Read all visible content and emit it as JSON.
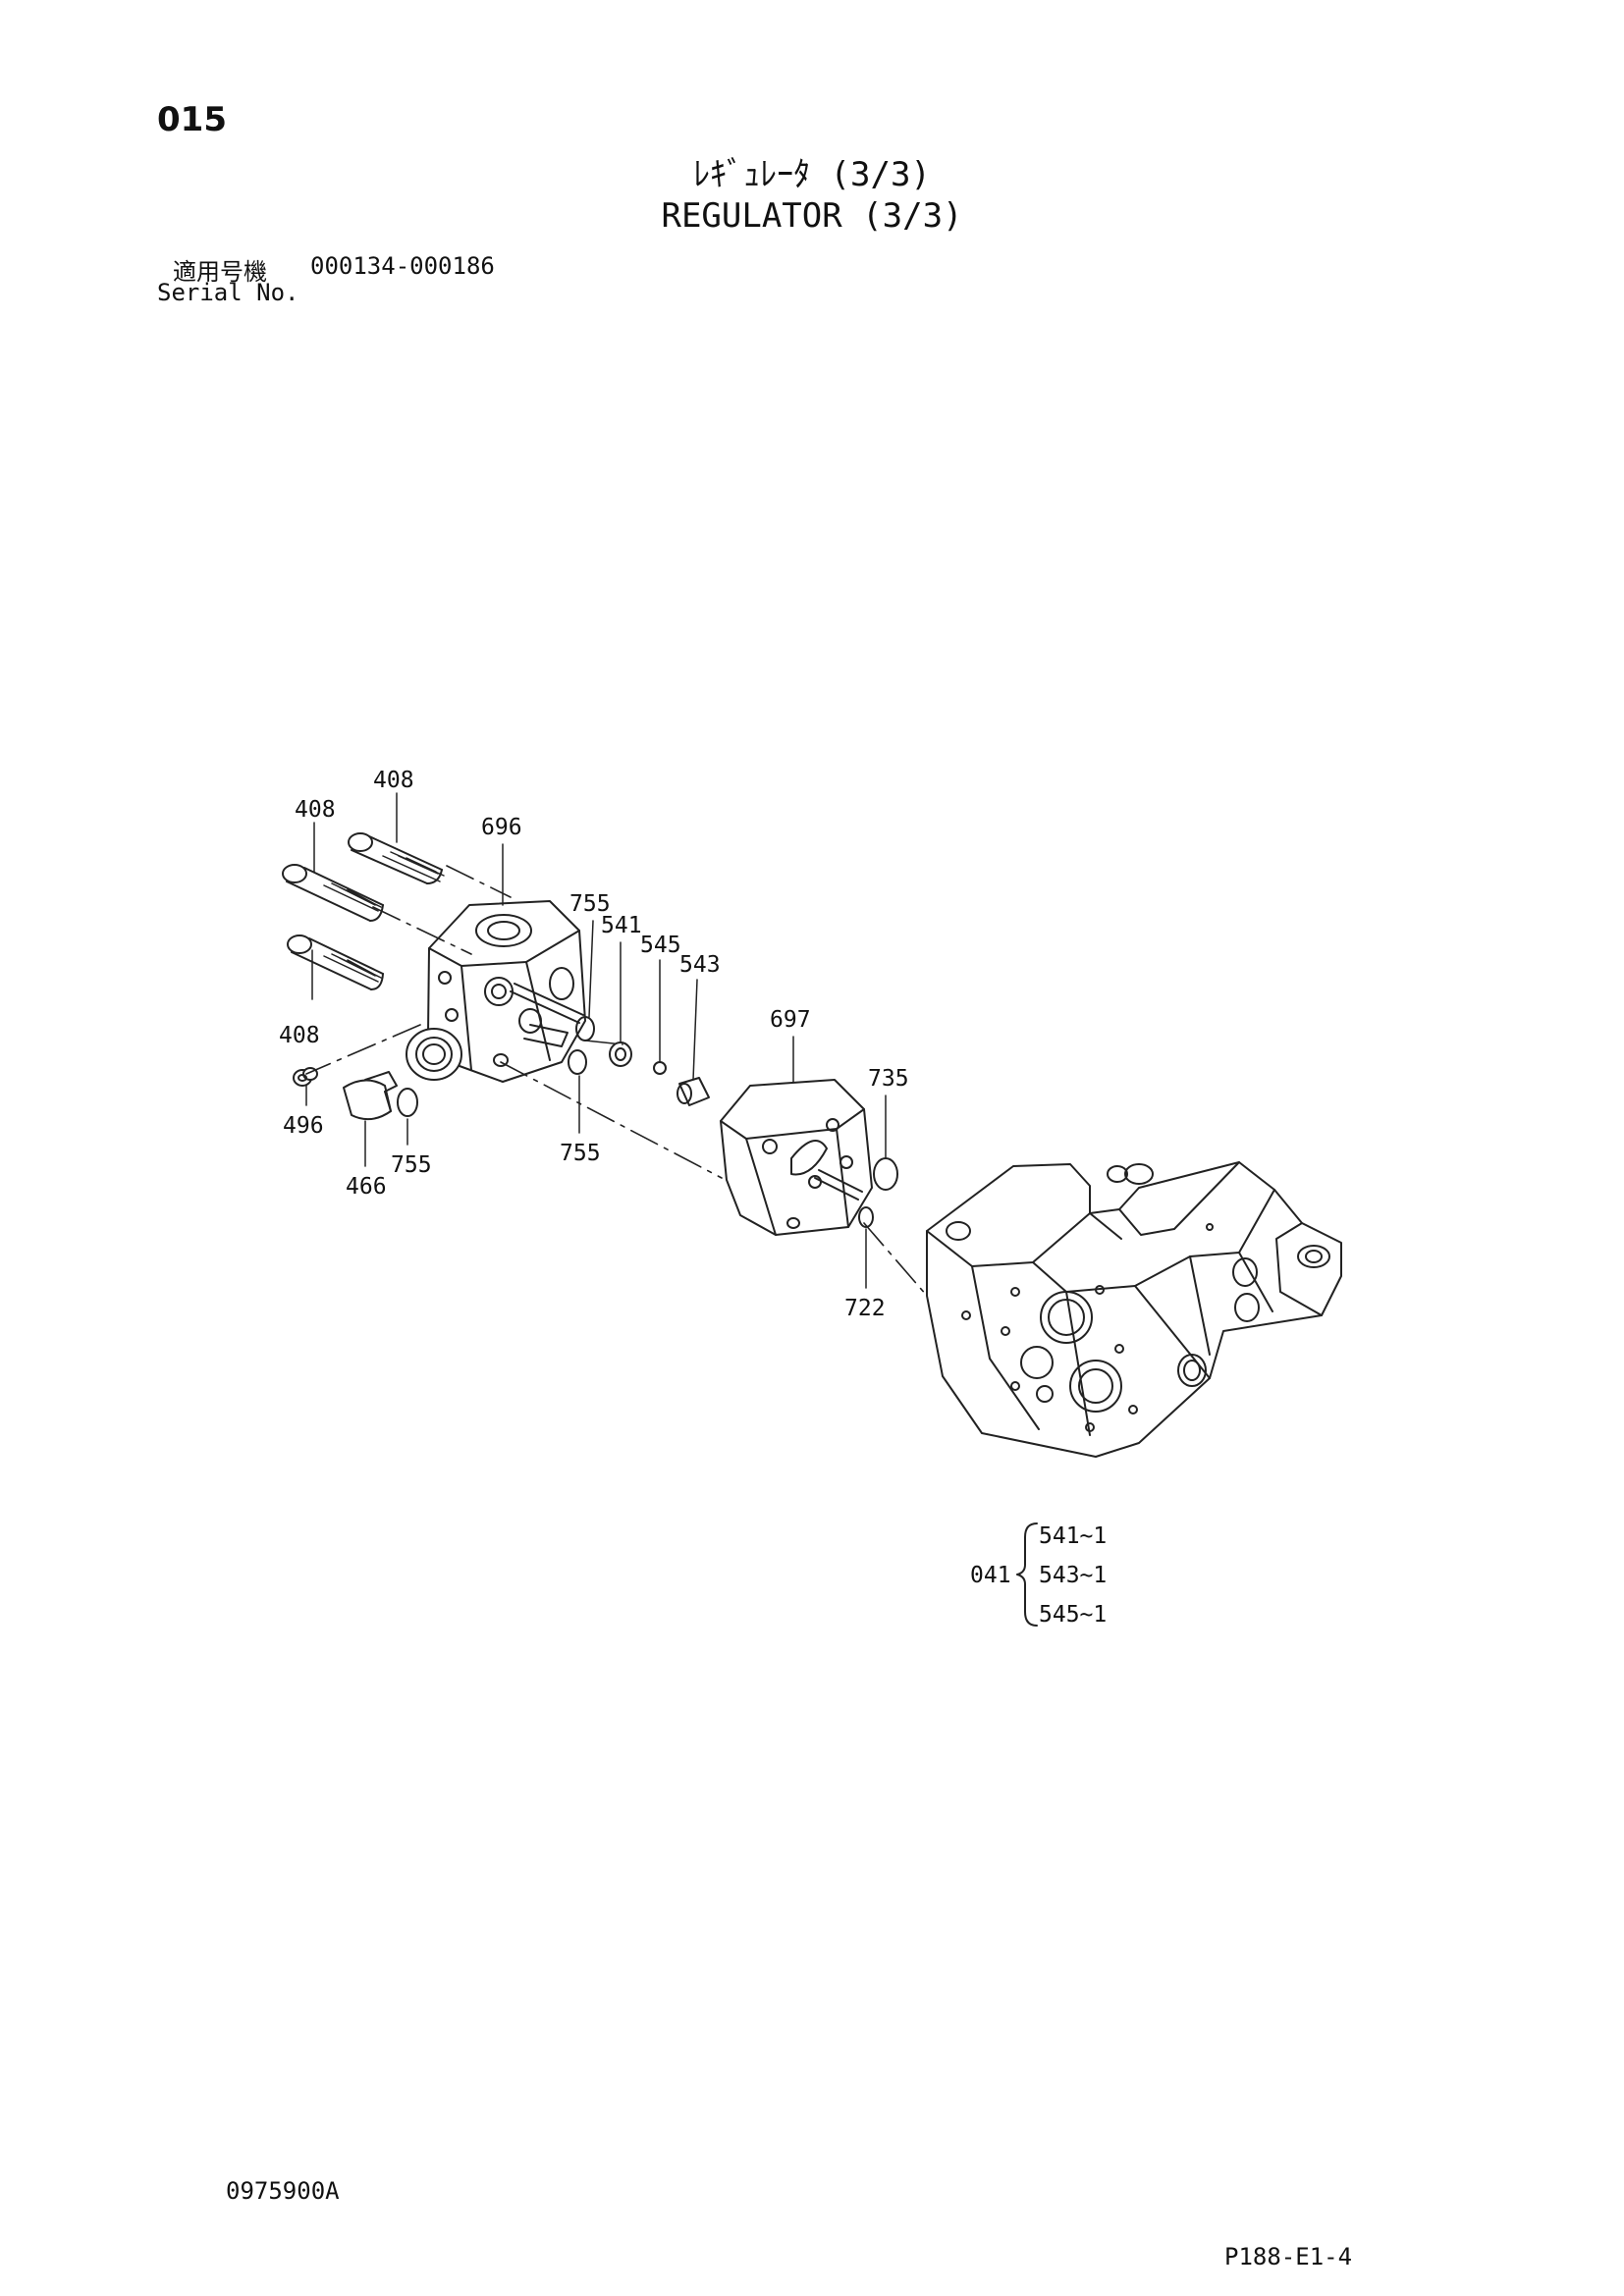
{
  "header": {
    "page_number": "015",
    "title_jp": "ﾚｷﾞｭﾚｰﾀ (3/3)",
    "title_en": "REGULATOR (3/3)",
    "serial_jp_label": "適用号機",
    "serial_range": "000134-000186",
    "serial_en_label": "Serial No."
  },
  "callouts": {
    "c408_top": "408",
    "c408_mid": "408",
    "c408_low": "408",
    "c696": "696",
    "c755_a": "755",
    "c541": "541",
    "c545": "545",
    "c543": "543",
    "c697": "697",
    "c735": "735",
    "c496": "496",
    "c466": "466",
    "c755_b": "755",
    "c755_c": "755",
    "c722": "722"
  },
  "kit": {
    "number": "041",
    "items": [
      "541~1",
      "543~1",
      "545~1"
    ]
  },
  "footer": {
    "drawing_code": "0975900A",
    "page_code": "P188-E1-4"
  }
}
